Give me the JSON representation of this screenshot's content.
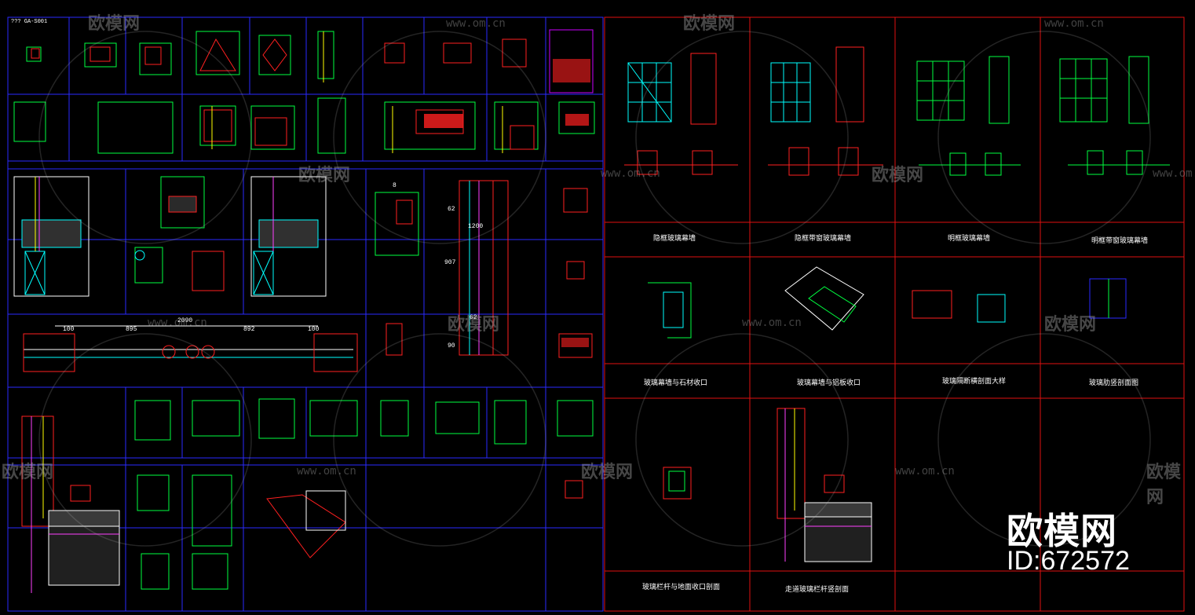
{
  "sheet": {
    "title_tag": "??? GA-S001",
    "dims": {
      "d1": "2090",
      "d2": "895",
      "d3": "892",
      "d4": "100",
      "d5": "100",
      "d6": "907",
      "d7": "1200",
      "d8": "62",
      "d9": "62",
      "d10": "90",
      "d11": "8"
    }
  },
  "captions": {
    "c1": "隐框玻璃幕墙",
    "c2": "隐框带窗玻璃幕墙",
    "c3": "明框玻璃幕墙",
    "c4": "明框带窗玻璃幕墙",
    "c5": "玻璃幕墙与石材收口",
    "c6": "玻璃幕墙与铝板收口",
    "c7": "玻璃隔断横剖面大样",
    "c8": "玻璃肋竖剖面图",
    "c9": "玻璃栏杆与地面收口剖面",
    "c10": "走道玻璃栏杆竖剖面"
  },
  "watermark": {
    "brand": "欧模网",
    "id": "ID:672572",
    "url": "www.om.cn"
  }
}
